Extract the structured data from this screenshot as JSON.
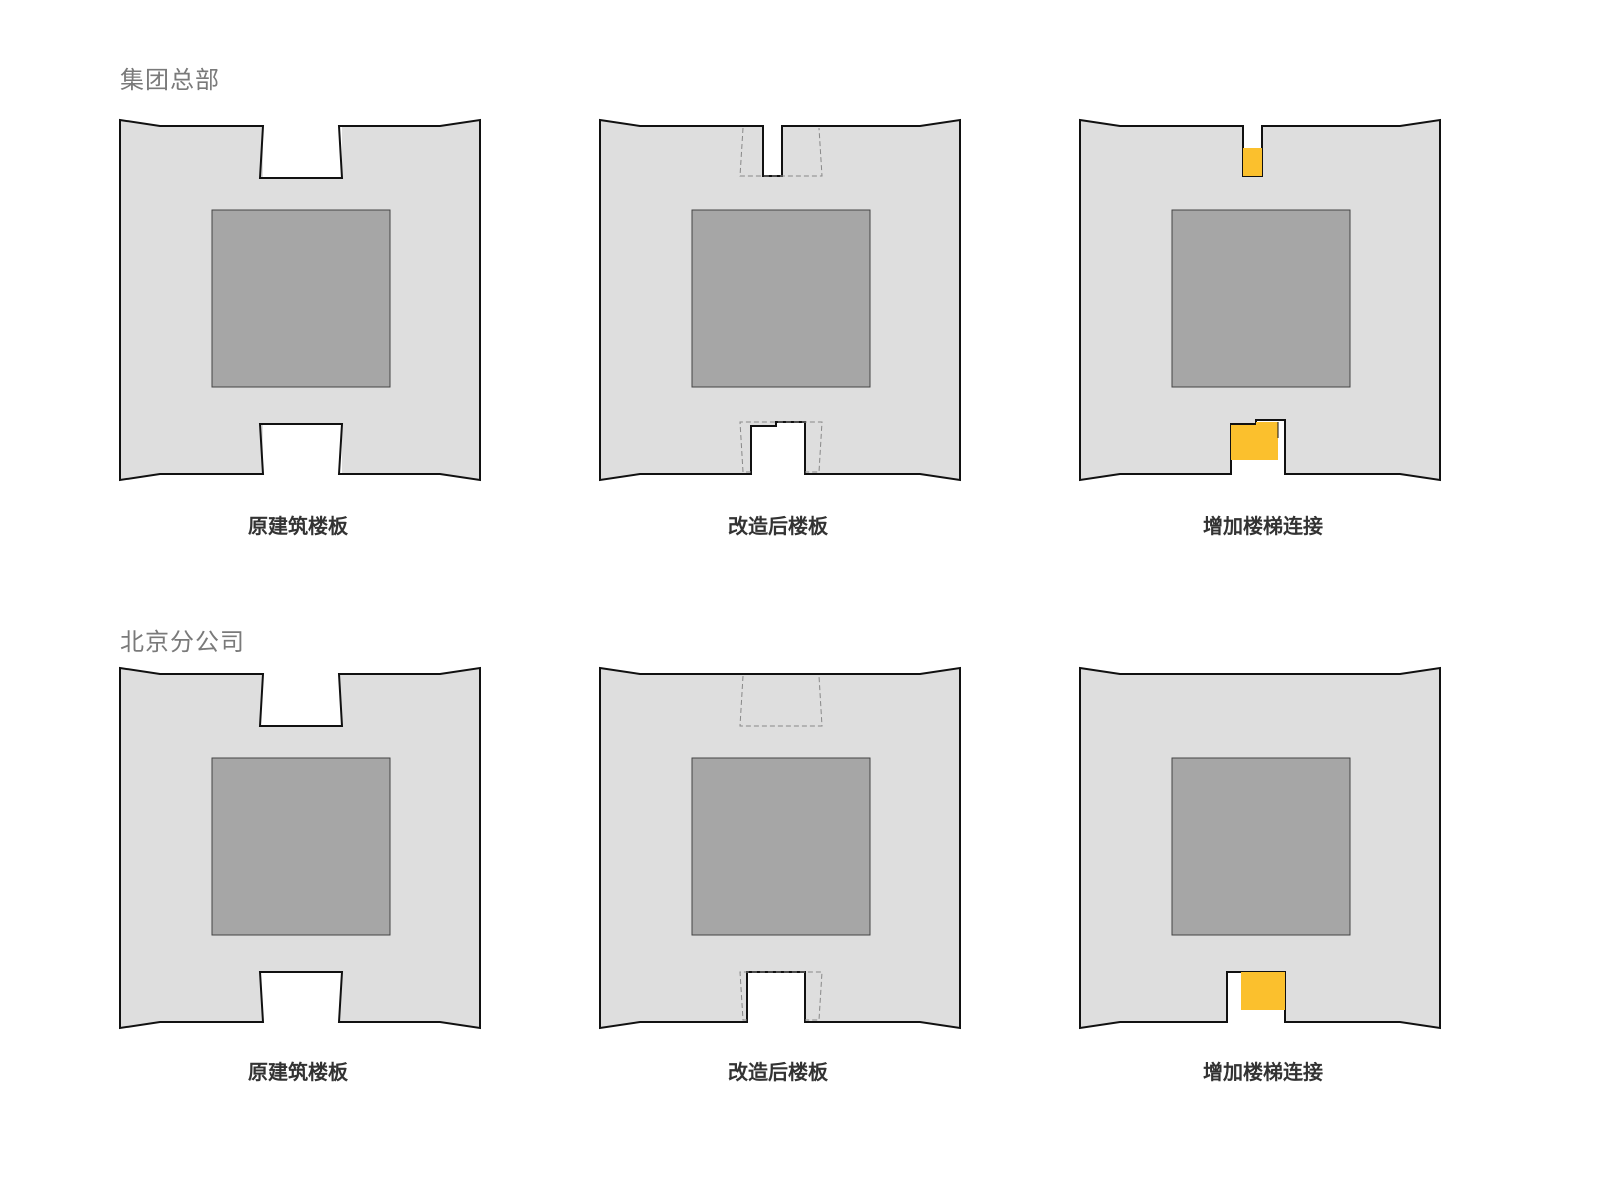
{
  "colors": {
    "slab": "#dedede",
    "core": "#a6a6a6",
    "outline": "#111111",
    "stair": "#fbc02d",
    "title": "#7a7a7a",
    "caption": "#333333"
  },
  "sections": [
    {
      "title": "集团总部",
      "panels": [
        {
          "caption": "原建筑楼板"
        },
        {
          "caption": "改造后楼板"
        },
        {
          "caption": "增加楼梯连接"
        }
      ]
    },
    {
      "title": "北京分公司",
      "panels": [
        {
          "caption": "原建筑楼板"
        },
        {
          "caption": "改造后楼板"
        },
        {
          "caption": "增加楼梯连接"
        }
      ]
    }
  ]
}
